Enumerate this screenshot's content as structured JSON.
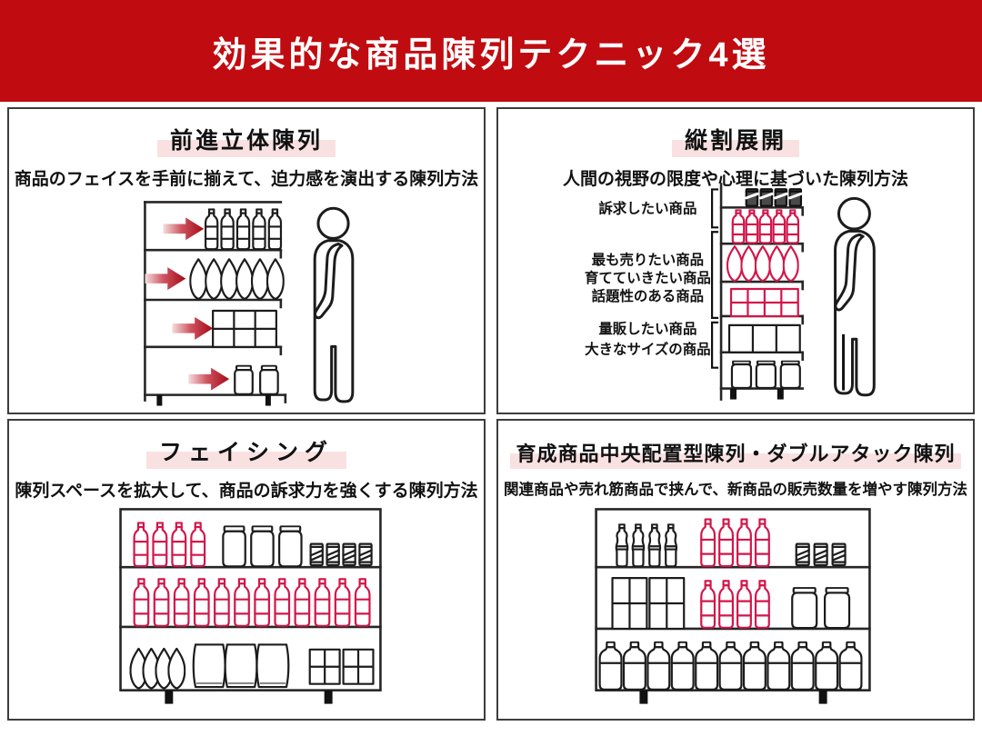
{
  "header": {
    "title": "効果的な商品陳列テクニック4選",
    "bg_color": "#c00b10"
  },
  "colors": {
    "highlight_pink": "#f9e1e1",
    "accent_red": "#d2164a",
    "arrow_red": "#a30916",
    "outline_black": "#1c1c1c"
  },
  "panels": {
    "p1": {
      "title": "前進立体陳列",
      "subtitle": "商品のフェイスを手前に揃えて、迫力感を演出する陳列方法"
    },
    "p2": {
      "title": "縦割展開",
      "subtitle": "人間の視野の限度や心理に基づいた陳列方法",
      "labels": {
        "appeal": "訴求したい商品",
        "grow1": "最も売りたい商品",
        "grow2": "育てていきたい商品",
        "grow3": "話題性のある商品",
        "bulk1": "量販したい商品",
        "bulk2": "大きなサイズの商品"
      }
    },
    "p3": {
      "title": "フェイシング",
      "subtitle": "陳列スペースを拡大して、商品の訴求力を強くする陳列方法"
    },
    "p4": {
      "title": "育成商品中央配置型陳列・ダブルアタック陳列",
      "subtitle": "関連商品や売れ筋商品で挟んで、新商品の販売数量を増やす陳列方法"
    }
  }
}
